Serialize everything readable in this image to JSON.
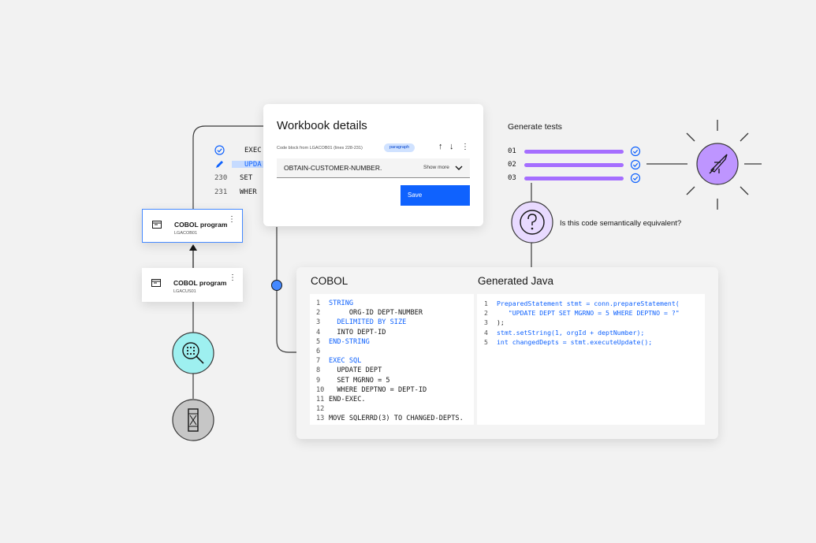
{
  "workbook": {
    "title": "Workbook  details",
    "code_block_label": "Code block from LGACOB01 (lines 228-231)",
    "tag": "paragraph",
    "field_value": "OBTAIN-CUSTOMER-NUMBER.",
    "show_more": "Show more",
    "save": "Save"
  },
  "sql_snippet": [
    {
      "ln": "",
      "text": "EXEC SQ"
    },
    {
      "ln": "",
      "text": "UPDA"
    },
    {
      "ln": "230",
      "text": "SET"
    },
    {
      "ln": "231",
      "text": "WHER"
    }
  ],
  "nodes": [
    {
      "title": "COBOL program",
      "sub": "LGACOB01"
    },
    {
      "title": "COBOL program",
      "sub": "LGACUS01"
    }
  ],
  "tests": {
    "title": "Generate tests",
    "rows": [
      {
        "num": "01"
      },
      {
        "num": "02"
      },
      {
        "num": "03"
      }
    ],
    "question": "Is this code semantically equivalent?"
  },
  "compare": {
    "cobol_title": "COBOL",
    "java_title": "Generated Java",
    "cobol_lines": [
      {
        "n": "1",
        "t": "STRING"
      },
      {
        "n": "2",
        "t": "     ORG-ID DEPT-NUMBER"
      },
      {
        "n": "3",
        "t": "  DELIMITED BY SIZE"
      },
      {
        "n": "4",
        "t": "  INTO DEPT-ID"
      },
      {
        "n": "5",
        "t": "END-STRING"
      },
      {
        "n": "6",
        "t": ""
      },
      {
        "n": "7",
        "t": "EXEC SQL"
      },
      {
        "n": "8",
        "t": "  UPDATE DEPT"
      },
      {
        "n": "9",
        "t": "  SET MGRNO = 5"
      },
      {
        "n": "10",
        "t": "  WHERE DEPTNO = DEPT-ID"
      },
      {
        "n": "11",
        "t": "END-EXEC."
      },
      {
        "n": "12",
        "t": ""
      },
      {
        "n": "13",
        "t": "MOVE SQLERRD(3) TO CHANGED-DEPTS."
      }
    ],
    "java_lines": [
      {
        "n": "1",
        "t": "PreparedStatement stmt = conn.prepareStatement("
      },
      {
        "n": "2",
        "t": "   \"UPDATE DEPT SET MGRNO = 5 WHERE DEPTNO = ?\""
      },
      {
        "n": "3",
        "t": ");"
      },
      {
        "n": "4",
        "t": "stmt.setString(1, orgId + deptNumber);"
      },
      {
        "n": "5",
        "t": "int changedDepts = stmt.executeUpdate();"
      }
    ]
  },
  "colors": {
    "accent": "#0f62fe",
    "purple": "#a56eff",
    "teal": "#9ef0f0",
    "lavender": "#e8daff"
  }
}
